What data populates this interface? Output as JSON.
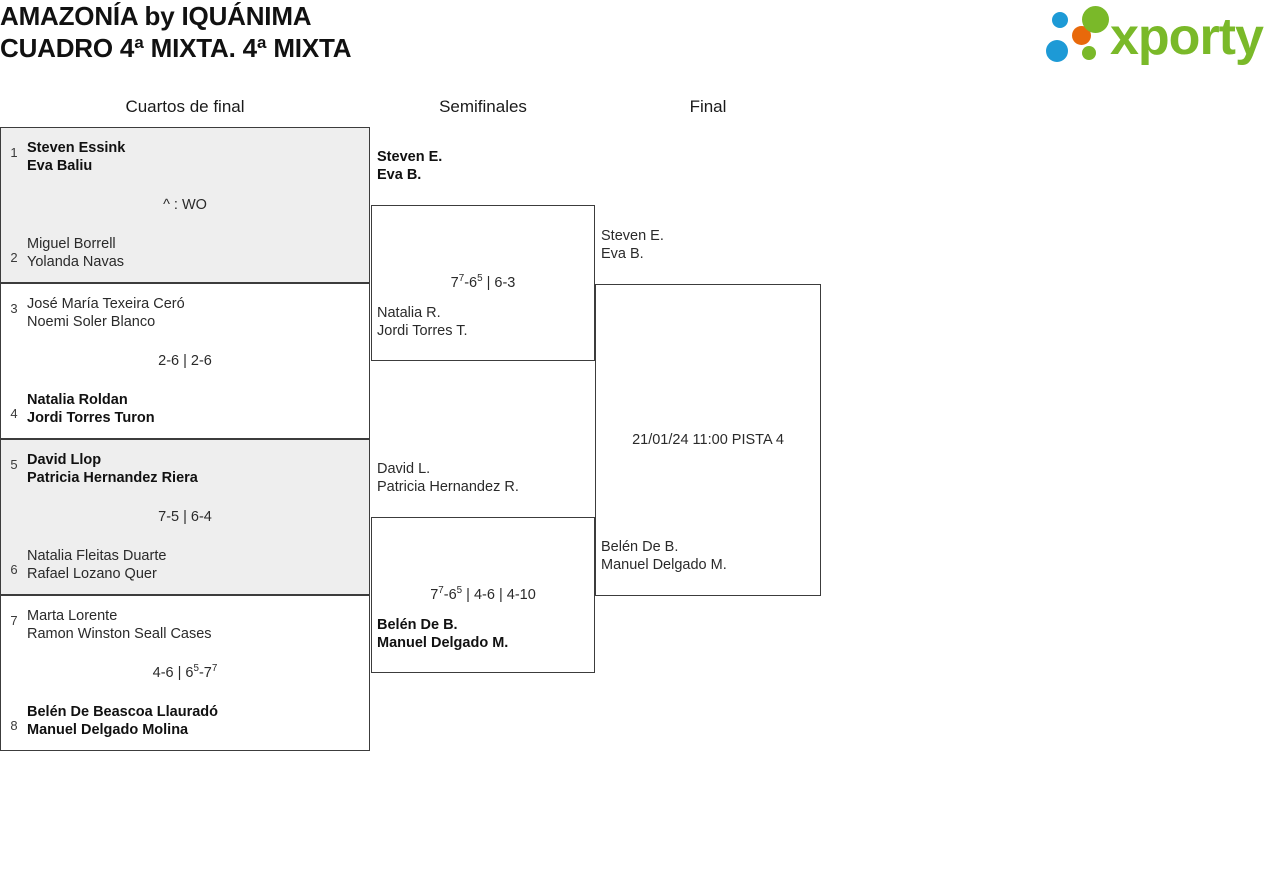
{
  "header": {
    "title_line1": "AMAZONÍA by IQUÁNIMA",
    "title_line2": "CUADRO 4ª MIXTA. 4ª MIXTA",
    "brand": "xporty",
    "brand_color": "#7ab929",
    "brand_dot_blue": "#1d9ad6",
    "brand_dot_orange": "#e8690b",
    "brand_dot_green": "#7ab929"
  },
  "rounds": [
    {
      "label": "Cuartos de final"
    },
    {
      "label": "Semifinales"
    },
    {
      "label": "Final"
    }
  ],
  "quarterfinals": [
    {
      "seed_top": "1",
      "team_top_p1": "Steven Essink",
      "team_top_p2": "Eva Baliu",
      "seed_bottom": "2",
      "team_bottom_p1": "Miguel Borrell",
      "team_bottom_p2": "Yolanda Navas",
      "score": "^ : WO",
      "winner": "top"
    },
    {
      "seed_top": "3",
      "team_top_p1": "José María Texeira Ceró",
      "team_top_p2": "Noemi Soler Blanco",
      "seed_bottom": "4",
      "team_bottom_p1": "Natalia Roldan",
      "team_bottom_p2": "Jordi Torres Turon",
      "score": "2-6 | 2-6",
      "winner": "bottom"
    },
    {
      "seed_top": "5",
      "team_top_p1": "David Llop",
      "team_top_p2": "Patricia Hernandez Riera",
      "seed_bottom": "6",
      "team_bottom_p1": "Natalia Fleitas Duarte",
      "team_bottom_p2": "Rafael Lozano Quer",
      "score": "7-5 | 6-4",
      "winner": "top"
    },
    {
      "seed_top": "7",
      "team_top_p1": "Marta Lorente",
      "team_top_p2": "Ramon Winston Seall Cases",
      "seed_bottom": "8",
      "team_bottom_p1": "Belén De Beascoa Llauradó",
      "team_bottom_p2": "Manuel Delgado Molina",
      "score_html": "4-6 | 6<sup>5</sup>-7<sup>7</sup>",
      "winner": "bottom"
    }
  ],
  "semifinals": [
    {
      "team_top_p1": "Steven E.",
      "team_top_p2": "Eva B.",
      "team_bottom_p1": "Natalia R.",
      "team_bottom_p2": "Jordi Torres T.",
      "score_html": "7<sup>7</sup>-6<sup>5</sup> | 6-3",
      "winner": "top"
    },
    {
      "team_top_p1": "David L.",
      "team_top_p2": "Patricia Hernandez R.",
      "team_bottom_p1": "Belén De B.",
      "team_bottom_p2": "Manuel Delgado M.",
      "score_html": "7<sup>7</sup>-6<sup>5</sup> | 4-6 | 4-10",
      "winner": "bottom"
    }
  ],
  "final": {
    "team_top_p1": "Steven E.",
    "team_top_p2": "Eva B.",
    "team_bottom_p1": "Belén De B.",
    "team_bottom_p2": "Manuel Delgado M.",
    "schedule": "21/01/24 11:00 PISTA 4",
    "winner": "none"
  }
}
